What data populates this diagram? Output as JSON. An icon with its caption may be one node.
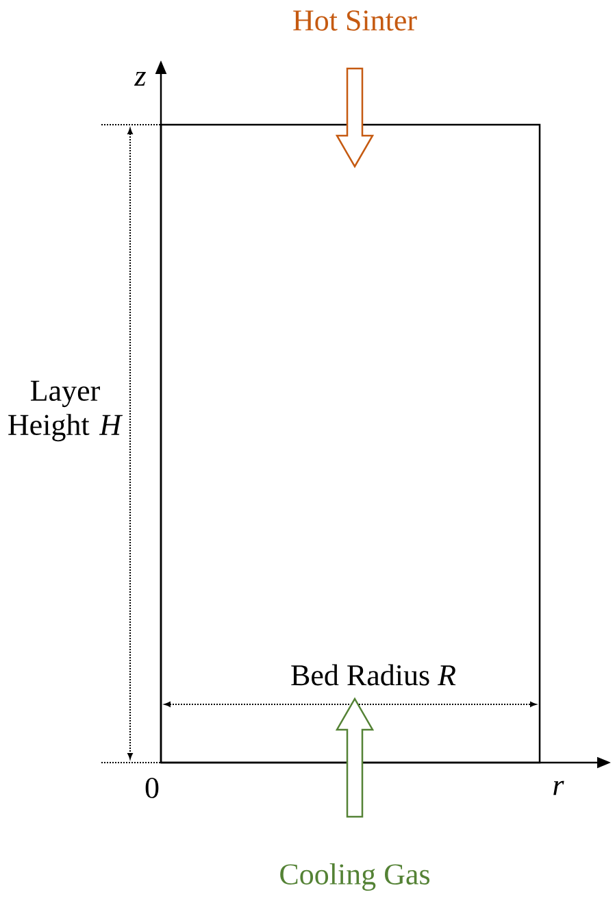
{
  "diagram": {
    "nodes": [
      {
        "text": [
          "Hot Sinter"
        ]
      },
      {
        "text": [],
        "shape": "box"
      },
      {
        "text": [
          "Cooling Gas"
        ]
      }
    ],
    "edges": [
      {
        "from": 0,
        "to": 1,
        "arrow": "to",
        "color": "#c55a11"
      },
      {
        "from": 2,
        "to": 1,
        "arrow": "to",
        "color": "#548235"
      }
    ],
    "labels": [
      "*z*",
      "Layer Height *H*",
      "Bed Radius *R*",
      "0",
      "*r*"
    ]
  }
}
